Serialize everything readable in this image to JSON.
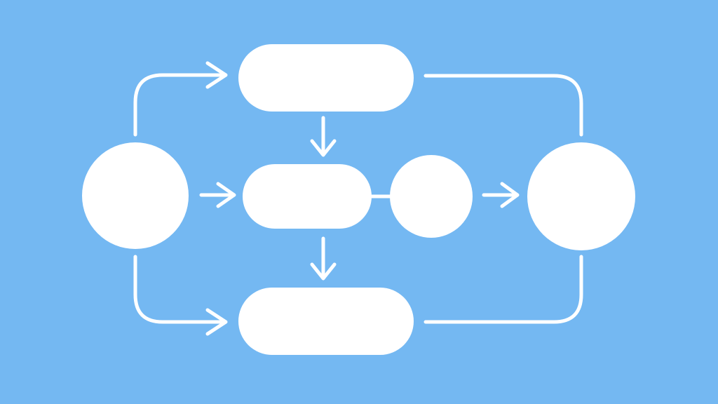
{
  "diagram": {
    "background_color": "#74b8f2",
    "shape_color": "#ffffff",
    "line_color": "#ffffff",
    "nodes": [
      {
        "id": "start-circle",
        "shape": "circle",
        "label": ""
      },
      {
        "id": "top-pill",
        "shape": "pill",
        "label": ""
      },
      {
        "id": "middle-pill",
        "shape": "pill",
        "label": ""
      },
      {
        "id": "middle-circle",
        "shape": "circle",
        "label": ""
      },
      {
        "id": "bottom-pill",
        "shape": "pill",
        "label": ""
      },
      {
        "id": "end-circle",
        "shape": "circle",
        "label": ""
      }
    ],
    "edges": [
      {
        "from": "start-circle",
        "to": "top-pill",
        "arrow": true
      },
      {
        "from": "start-circle",
        "to": "middle-pill",
        "arrow": true
      },
      {
        "from": "start-circle",
        "to": "bottom-pill",
        "arrow": true
      },
      {
        "from": "top-pill",
        "to": "middle-pill",
        "arrow": true
      },
      {
        "from": "middle-pill",
        "to": "bottom-pill",
        "arrow": true
      },
      {
        "from": "middle-pill",
        "to": "middle-circle",
        "arrow": false
      },
      {
        "from": "middle-circle",
        "to": "end-circle",
        "arrow": true
      },
      {
        "from": "top-pill",
        "to": "end-circle",
        "arrow": false
      },
      {
        "from": "bottom-pill",
        "to": "end-circle",
        "arrow": false
      }
    ]
  }
}
